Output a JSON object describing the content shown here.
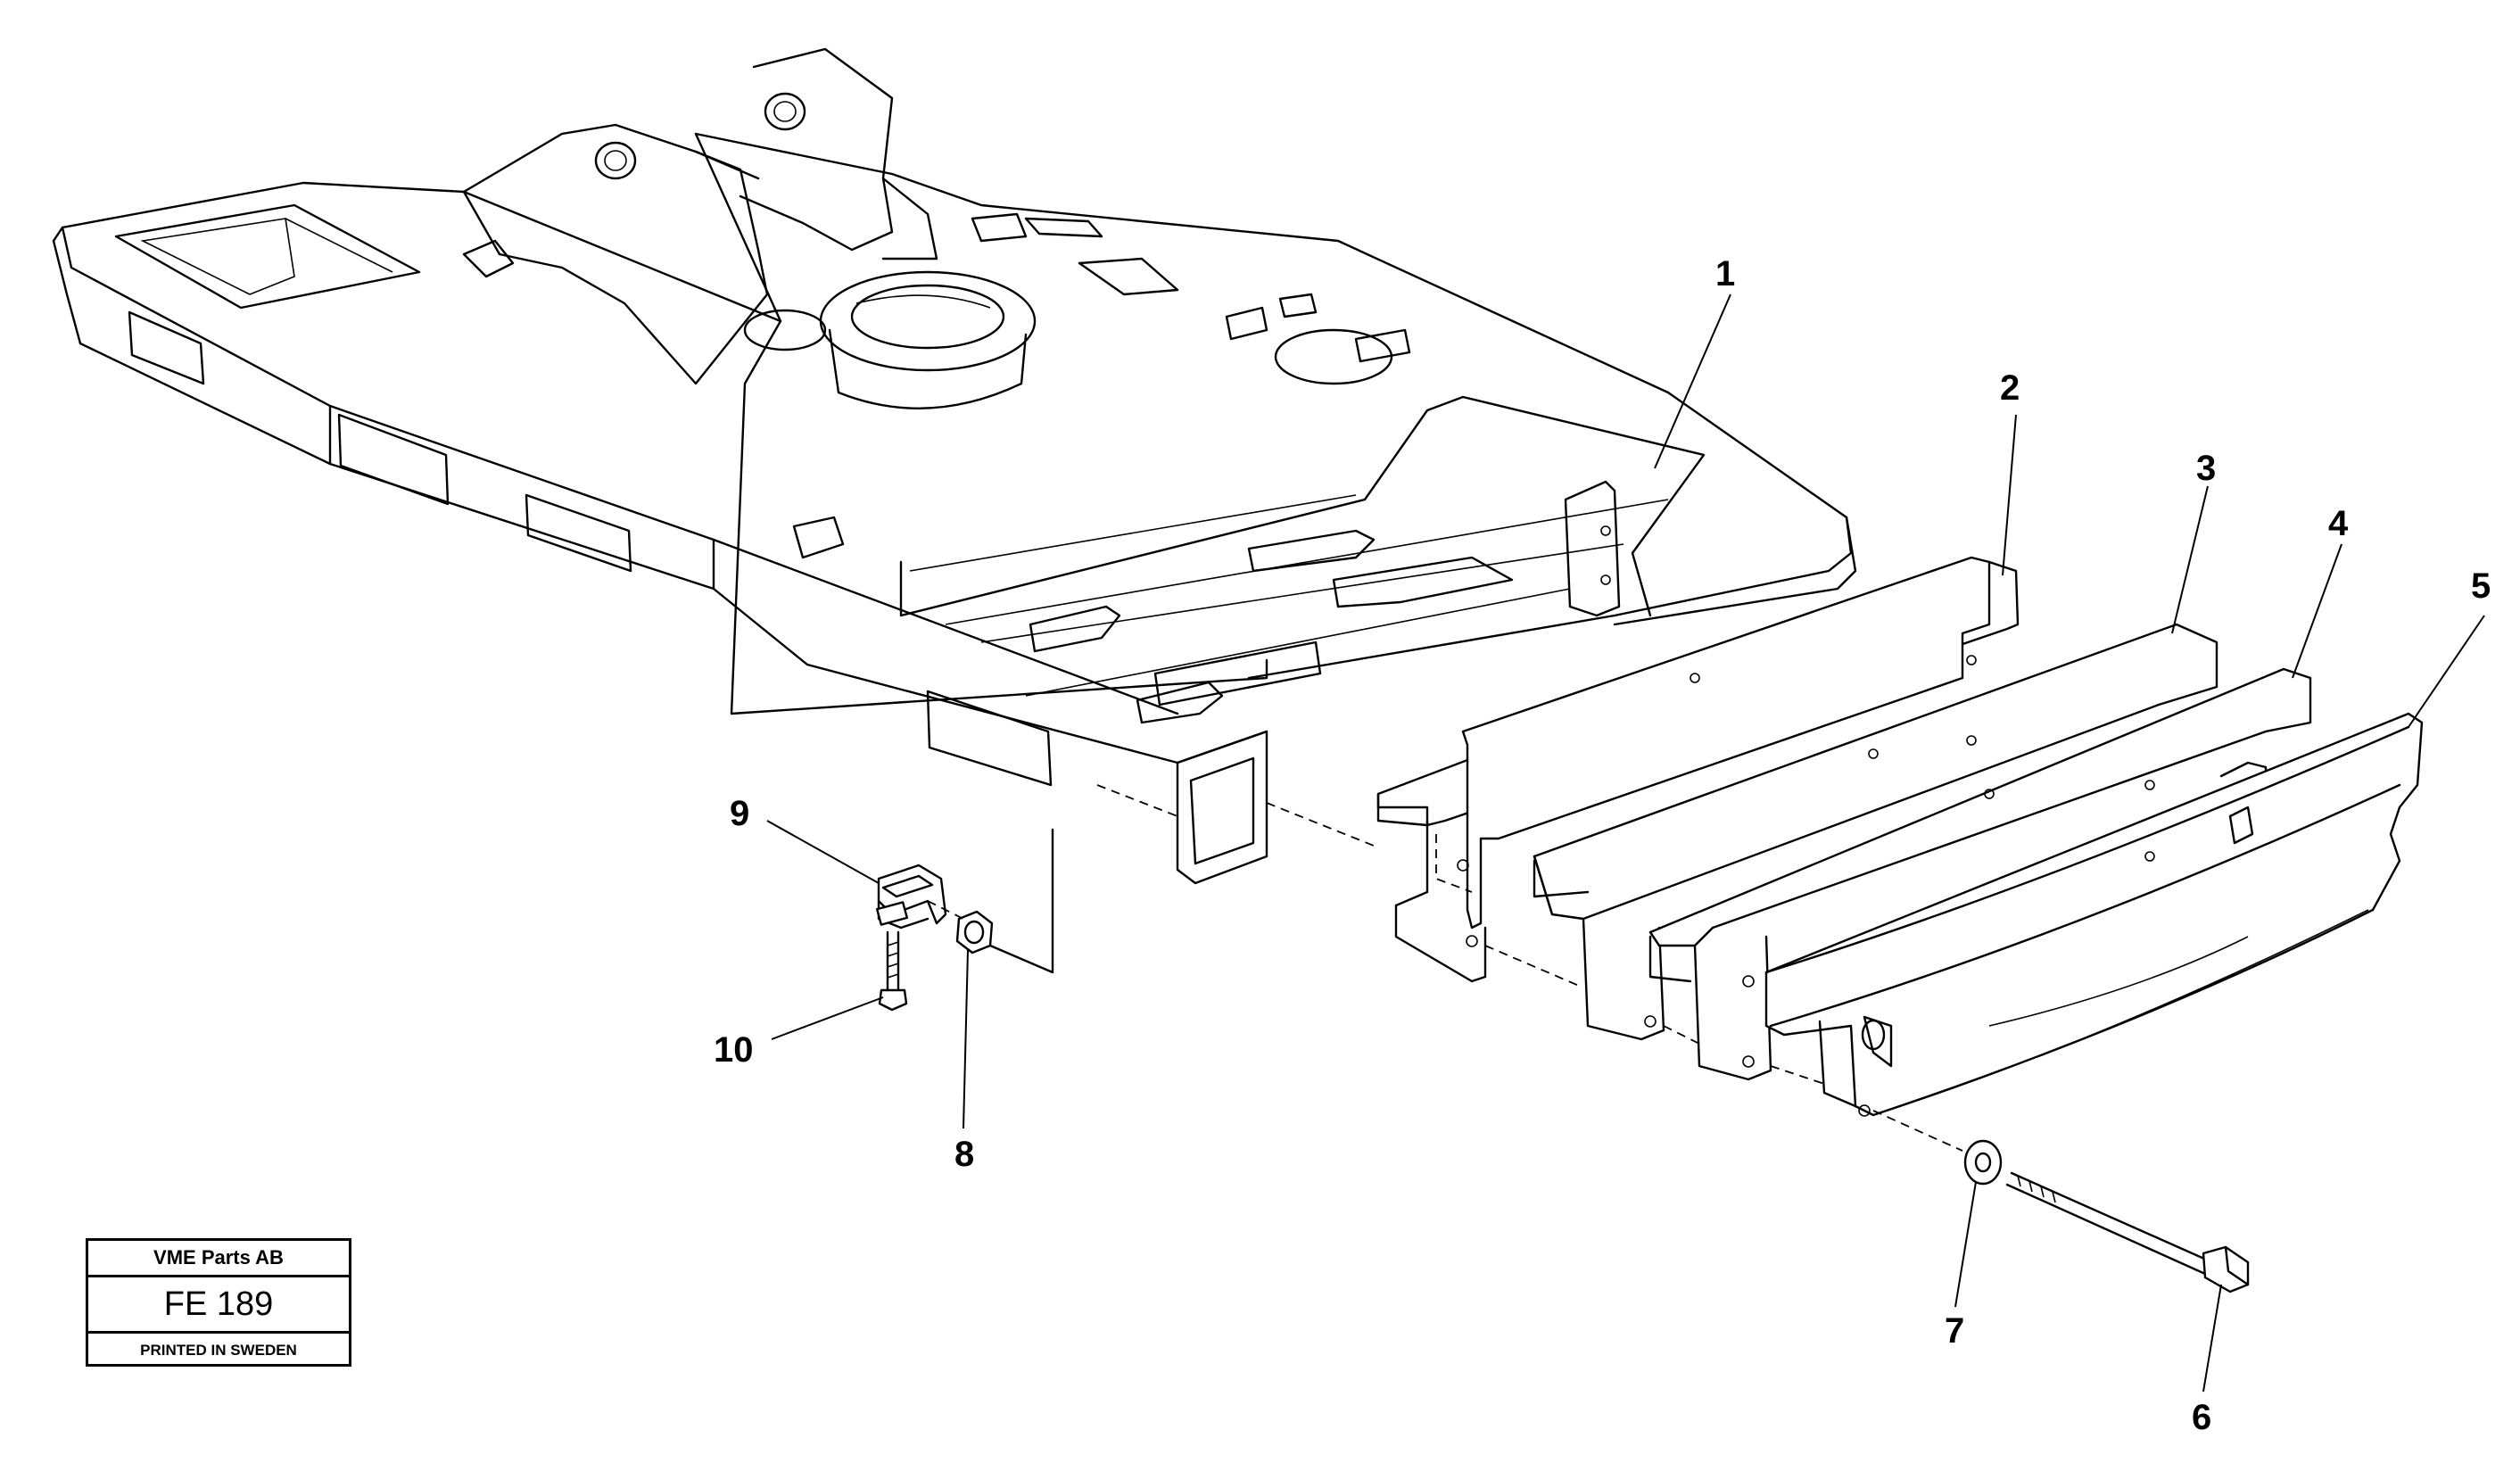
{
  "callouts": [
    {
      "id": "1",
      "label": "1"
    },
    {
      "id": "2",
      "label": "2"
    },
    {
      "id": "3",
      "label": "3"
    },
    {
      "id": "4",
      "label": "4"
    },
    {
      "id": "5",
      "label": "5"
    },
    {
      "id": "6",
      "label": "6"
    },
    {
      "id": "7",
      "label": "7"
    },
    {
      "id": "8",
      "label": "8"
    },
    {
      "id": "9",
      "label": "9"
    },
    {
      "id": "10",
      "label": "10"
    }
  ],
  "title_block": {
    "company": "VME Parts AB",
    "code": "FE 189",
    "printed": "PRINTED IN SWEDEN"
  }
}
